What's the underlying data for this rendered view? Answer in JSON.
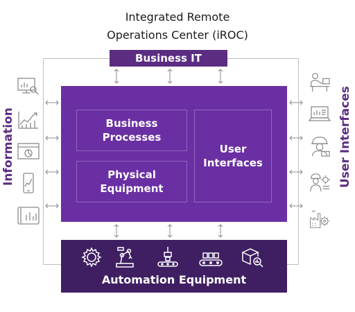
{
  "title": {
    "line1": "Integrated Remote",
    "line2": "Operations Center (iROC)"
  },
  "business_it": "Business IT",
  "main": {
    "business_processes": "Business Processes",
    "physical_equipment": "Physical Equipment",
    "user_interfaces": "User Interfaces"
  },
  "automation_equipment": "Automation Equipment",
  "side_labels": {
    "left": "Information",
    "right": "User Interfaces"
  },
  "left_icons": [
    "monitor-chart-search-icon",
    "line-chart-up-icon",
    "pie-chart-window-icon",
    "mobile-chart-icon",
    "tablet-bar-chart-icon"
  ],
  "right_icons": [
    "operator-at-desk-icon",
    "laptop-dashboard-icon",
    "engineer-hardhat-icon",
    "technician-gear-icon",
    "factory-gear-icon"
  ],
  "automation_icons": [
    "gear-icon",
    "robot-arm-icon",
    "pick-and-place-icon",
    "conveyor-icon",
    "package-inspection-icon"
  ],
  "colors": {
    "primary_purple": "#6a2fa3",
    "dark_purple": "#3f1f62",
    "label_purple": "#5b2d82",
    "frame_gray": "#bdbdbd"
  }
}
